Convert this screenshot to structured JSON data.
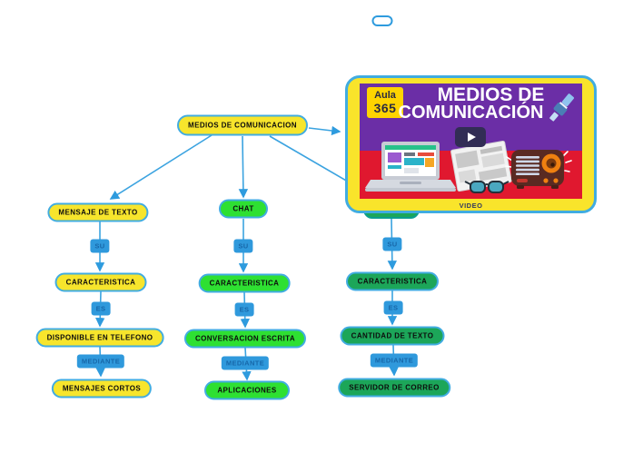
{
  "colors": {
    "edge_blue": "#3BA3E0",
    "node_yellow": "#F7E52C",
    "node_lime": "#2EE032",
    "node_green": "#1CA659",
    "link_label_blue": "#2F99DC",
    "card_yellow": "#F9E42B",
    "thumb_purple": "#6B2EA6",
    "thumb_red": "#E0182F"
  },
  "root": {
    "label": "MEDIOS DE COMUNICACION"
  },
  "video_card": {
    "caption": "VIDEO",
    "logo_line1": "Aula",
    "logo_line2": "365",
    "title_line1": "MEDIOS DE",
    "title_line2": "COMUNICACIÓN"
  },
  "branch_texto": {
    "node1": "MENSAJE DE TEXTO",
    "link1": "SU",
    "node2": "CARACTERISTICA",
    "link2": "ES",
    "node3": "DISPONIBLE EN TELEFONO",
    "link3": "MEDIANTE",
    "node4": "MENSAJES CORTOS"
  },
  "branch_chat": {
    "node1": "CHAT",
    "link1": "SU",
    "node2": "CARACTERISTICA",
    "link2": "ES",
    "node3": "CONVERSACION ESCRITA",
    "link3": "MEDIANTE",
    "node4": "APLICACIONES"
  },
  "branch_correo": {
    "link1": "SU",
    "node2": "CARACTERISTICA",
    "link2": "ES",
    "node3": "CANTIDAD DE TEXTO",
    "link3": "MEDIANTE",
    "node4": "SERVIDOR DE CORREO"
  }
}
